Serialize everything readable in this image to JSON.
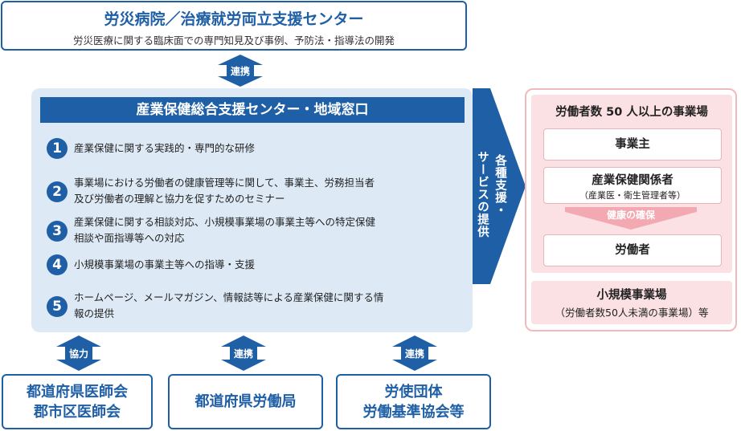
{
  "top": {
    "title": "労災病院／治療就労両立支援センター",
    "subtitle": "労災医療に関する臨床面での専門知見及び事例、予防法・指導法の開発"
  },
  "links": {
    "top": "連携",
    "bottom_left": "協力",
    "bottom_center": "連携",
    "bottom_right": "連携"
  },
  "center": {
    "header": "産業保健総合支援センター・地域窓口",
    "items": [
      {
        "num": "1",
        "lines": [
          "産業保健に関する実践的・専門的な研修"
        ]
      },
      {
        "num": "2",
        "lines": [
          "事業場における労働者の健康管理等に関して、事業主、労務担当者",
          "及び労働者の理解と協力を促すためのセミナー"
        ]
      },
      {
        "num": "3",
        "lines": [
          "産業保健に関する相談対応、小規模事業場の事業主等への特定保健",
          "相談や面指導等への対応"
        ]
      },
      {
        "num": "4",
        "lines": [
          "小規模事業場の事業主等への指導・支援"
        ]
      },
      {
        "num": "5",
        "lines": [
          "ホームページ、メールマガジン、情報誌等による産業保健に関する情",
          "報の提供"
        ]
      }
    ]
  },
  "arrow": {
    "col_right": "各種支援・",
    "col_left": "サービスの提供"
  },
  "right": {
    "title": "労働者数 50 人以上の事業場",
    "employer": "事業主",
    "ohs_title": "産業保健関係者",
    "ohs_sub": "（産業医・衛生管理者等）",
    "health_label": "健康の確保",
    "worker": "労働者",
    "small_title": "小規模事業場",
    "small_sub": "（労働者数50人未満の事業場）等"
  },
  "bottom": {
    "box1_line1": "都道府県医師会",
    "box1_line2": "郡市区医師会",
    "box2": "都道府県労働局",
    "box3_line1": "労使団体",
    "box3_line2": "労働基準協会等"
  },
  "colors": {
    "navy": "#1f5fa6",
    "light_blue": "#ddeaf6",
    "pink": "#fbe1e3",
    "pink_border": "#f0b9be"
  }
}
